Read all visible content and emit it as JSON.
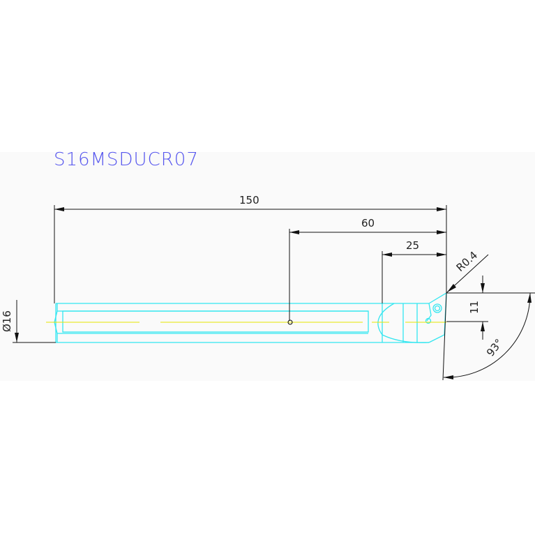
{
  "title": "S16MSDUCR07",
  "dimensions": {
    "overall_length": "150",
    "length_60": "60",
    "head_length": "25",
    "diameter": "Ø16",
    "radius": "R0.4",
    "offset": "11",
    "angle": "93°"
  },
  "colors": {
    "part": "#33e6f0",
    "centerline": "#e6e600",
    "dim": "#111111",
    "title": "#5555ee",
    "sheet": "#fafafa"
  }
}
